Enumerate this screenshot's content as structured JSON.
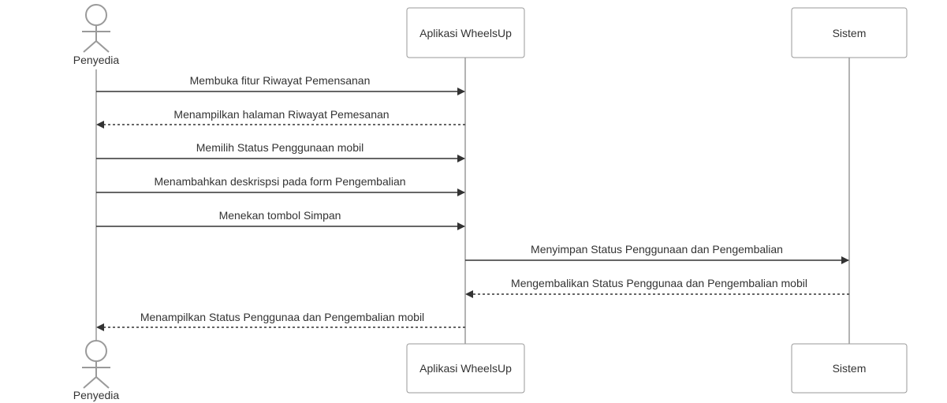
{
  "diagram": {
    "type": "sequence",
    "actor": {
      "name": "Penyedia"
    },
    "participants": [
      {
        "name": "Aplikasi WheelsUp"
      },
      {
        "name": "Sistem"
      }
    ],
    "messages": [
      {
        "from": "Penyedia",
        "to": "Aplikasi WheelsUp",
        "label": "Membuka fitur Riwayat Pemensanan",
        "style": "solid"
      },
      {
        "from": "Aplikasi WheelsUp",
        "to": "Penyedia",
        "label": "Menampilkan halaman Riwayat Pemesanan",
        "style": "dashed"
      },
      {
        "from": "Penyedia",
        "to": "Aplikasi WheelsUp",
        "label": "Memilih Status Penggunaan mobil",
        "style": "solid"
      },
      {
        "from": "Penyedia",
        "to": "Aplikasi WheelsUp",
        "label": "Menambahkan deskrispsi pada form Pengembalian",
        "style": "solid"
      },
      {
        "from": "Penyedia",
        "to": "Aplikasi WheelsUp",
        "label": "Menekan tombol Simpan",
        "style": "solid"
      },
      {
        "from": "Aplikasi WheelsUp",
        "to": "Sistem",
        "label": "Menyimpan Status Penggunaan dan Pengembalian",
        "style": "solid"
      },
      {
        "from": "Sistem",
        "to": "Aplikasi WheelsUp",
        "label": "Mengembalikan Status Penggunaa dan Pengembalian mobil",
        "style": "dashed"
      },
      {
        "from": "Aplikasi WheelsUp",
        "to": "Penyedia",
        "label": "Menampilkan Status Penggunaa dan Pengembalian mobil",
        "style": "dashed"
      }
    ]
  }
}
